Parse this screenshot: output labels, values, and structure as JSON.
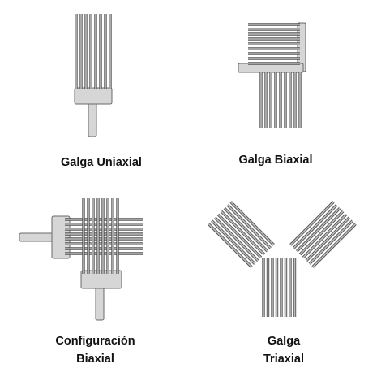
{
  "captions": {
    "uniaxial": "Galga Uniaxial",
    "biaxial": "Galga Biaxial",
    "config_biaxial_line1": "Configuración",
    "config_biaxial_line2": "Biaxial",
    "triaxial_line1": "Galga",
    "triaxial_line2": "Triaxial"
  },
  "colors": {
    "wire": "#bdbdbd",
    "wire_stroke": "#555555",
    "pad": "#d6d6d6",
    "pad_stroke": "#6a6a6a"
  }
}
